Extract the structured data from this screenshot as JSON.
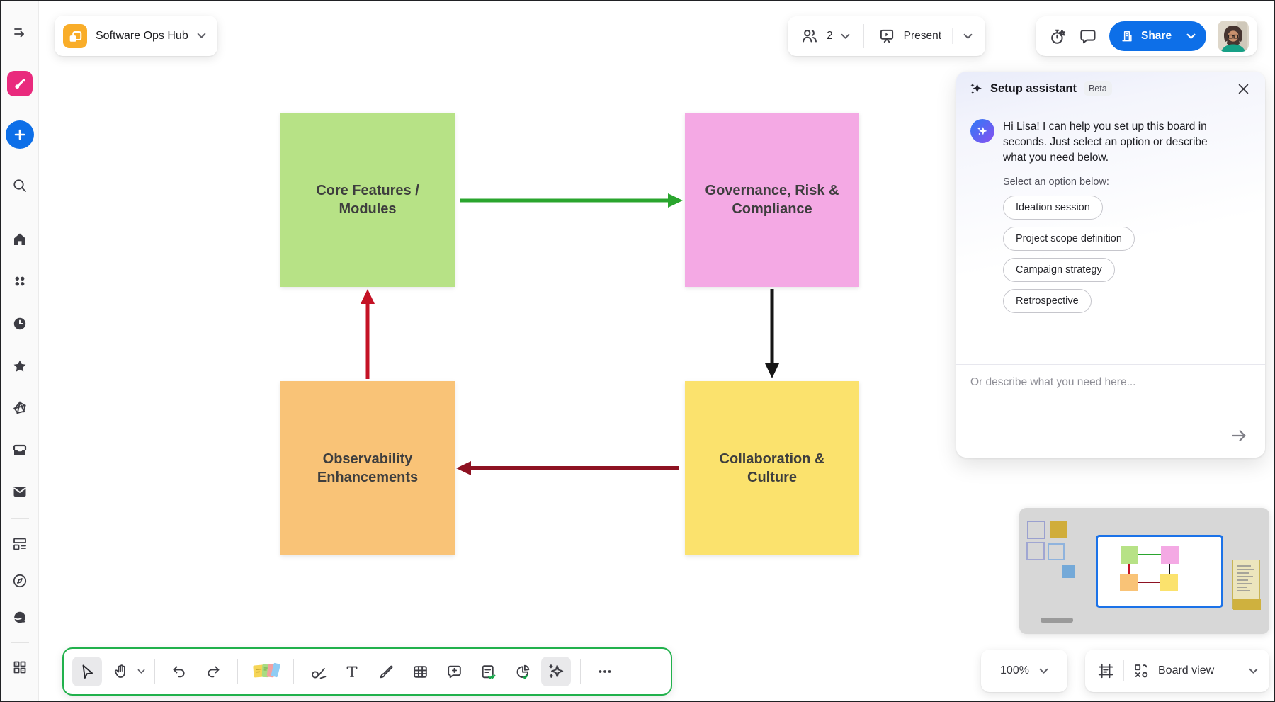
{
  "board": {
    "title": "Software Ops Hub"
  },
  "top_bar": {
    "collaborators_count": "2",
    "present_label": "Present",
    "share_label": "Share"
  },
  "assistant_panel": {
    "title": "Setup assistant",
    "badge": "Beta",
    "message": "Hi Lisa! I can help you set up this board in seconds. Just select an option or describe what you need below.",
    "select_prompt": "Select an option below:",
    "options": [
      "Ideation session",
      "Project scope definition",
      "Campaign strategy",
      "Retrospective"
    ],
    "input_placeholder": "Or describe what you need here..."
  },
  "canvas": {
    "stickies": [
      {
        "label": "Core Features / Modules",
        "color": "#b7e286"
      },
      {
        "label": "Governance, Risk & Compliance",
        "color": "#f4a9e4"
      },
      {
        "label": "Observability Enhancements",
        "color": "#f9c377"
      },
      {
        "label": "Collaboration & Culture",
        "color": "#fbe26d"
      }
    ],
    "connectors": [
      {
        "from": "Core Features / Modules",
        "to": "Governance, Risk & Compliance",
        "color": "#2aa52e"
      },
      {
        "from": "Governance, Risk & Compliance",
        "to": "Collaboration & Culture",
        "color": "#161616"
      },
      {
        "from": "Observability Enhancements",
        "to": "Core Features / Modules",
        "color": "#c41225"
      },
      {
        "from": "Collaboration & Culture",
        "to": "Observability Enhancements",
        "color": "#8e1222"
      }
    ]
  },
  "footer": {
    "zoom_level": "100%",
    "view_label": "Board view"
  },
  "colors": {
    "accent_blue": "#0d6fe8",
    "toolbar_highlight": "#21b14c",
    "logo_pink": "#e92a7d",
    "minimap_viewport": "#1b72e8"
  }
}
